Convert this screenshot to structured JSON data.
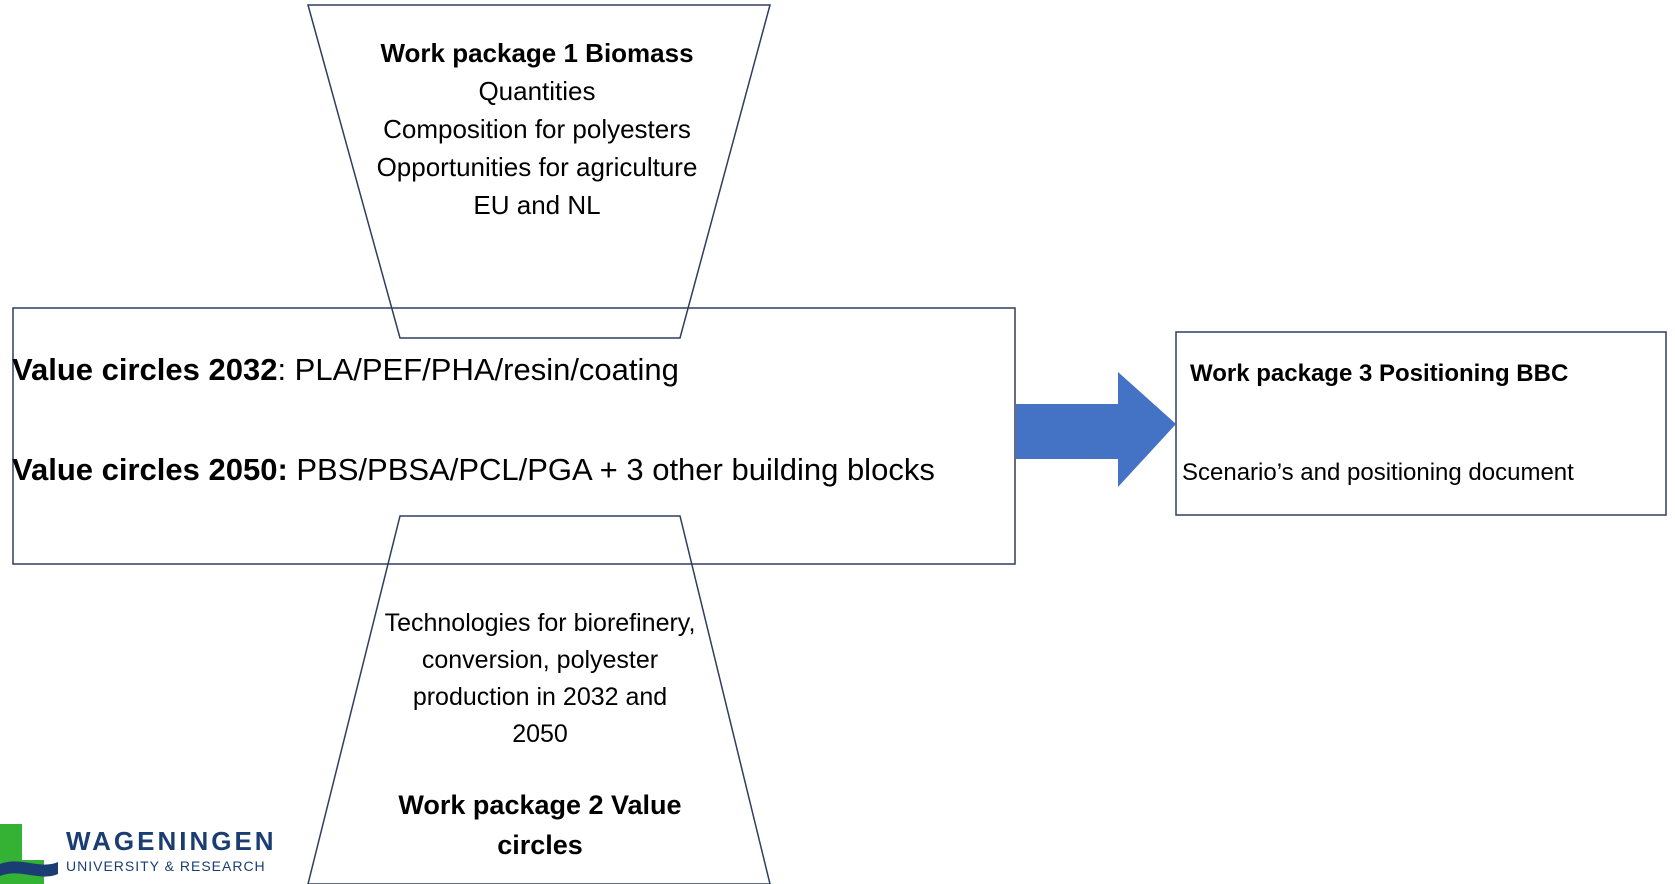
{
  "wp1": {
    "title": "Work package 1 Biomass",
    "lines": [
      "Quantities",
      "Composition for polyesters",
      "Opportunities for agriculture",
      "EU and NL"
    ]
  },
  "main": {
    "row1_bold": "Value circles 2032",
    "row1_rest": ": PLA/PEF/PHA/resin/coating",
    "row2_bold": "Value circles 2050:",
    "row2_rest": " PBS/PBSA/PCL/PGA + 3 other building blocks"
  },
  "wp3": {
    "title": "Work package 3 Positioning BBC",
    "description": "Scenario’s and positioning document"
  },
  "wp2": {
    "description": "Technologies for biorefinery, conversion, polyester production in 2032 and 2050",
    "title": "Work package 2 Value circles"
  },
  "logo": {
    "name": "WAGENINGEN",
    "subtitle": "UNIVERSITY & RESEARCH"
  },
  "colors": {
    "arrow": "#4472c4",
    "outline": "#2f3d5e",
    "logo_green": "#34b233",
    "logo_blue": "#1a3e73"
  }
}
